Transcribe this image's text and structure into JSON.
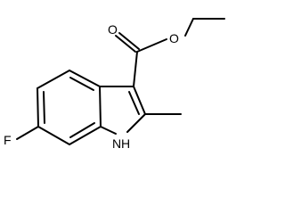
{
  "structure": {
    "atoms": {
      "oxygen_carbonyl": "O",
      "oxygen_ester": "O",
      "fluorine": "F",
      "nitrogen": "N",
      "nitrogen_hydrogen": "H"
    },
    "colors": {
      "bond": "#000000",
      "label": "#000000",
      "background": "#ffffff"
    }
  }
}
